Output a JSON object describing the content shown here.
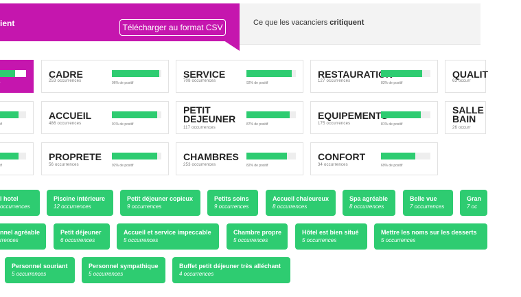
{
  "header": {
    "active_tab": "ient",
    "csv_button": "Télécharger au format CSV",
    "other_tab_prefix": "Ce que les vacanciers ",
    "other_tab_bold": "critiquent"
  },
  "colors": {
    "brand": "#c516ae",
    "positive": "#2ecc71",
    "track": "#eeeeee"
  },
  "categories": [
    {
      "name": "",
      "occurrences": "",
      "pct_label": "r",
      "pct": 0.85
    },
    {
      "name": "CADRE",
      "occurrences": "253 occurrences",
      "pct_label": "96% de positif",
      "pct": 0.96
    },
    {
      "name": "SERVICE",
      "occurrences": "708 occurrences",
      "pct_label": "92% de positif",
      "pct": 0.92
    },
    {
      "name": "RESTAURATION",
      "occurrences": "127 occurrences",
      "pct_label": "83% de positif",
      "pct": 0.83
    },
    {
      "name": "QUALIT",
      "occurrences": "63 occurr",
      "pct_label": "",
      "pct": 0
    },
    {
      "name": "",
      "occurrences": "",
      "pct_label": "tif",
      "pct": 0.9
    },
    {
      "name": "ACCUEIL",
      "occurrences": "486 occurrences",
      "pct_label": "91% de positif",
      "pct": 0.91
    },
    {
      "name": "PETIT DEJEUNER",
      "occurrences": "117 occurrences",
      "pct_label": "87% de positif",
      "pct": 0.87
    },
    {
      "name": "EQUIPEMENTS",
      "occurrences": "175 occurrences",
      "pct_label": "81% de positif",
      "pct": 0.81
    },
    {
      "name": "SALLE BAIN",
      "occurrences": "26 occurr",
      "pct_label": "",
      "pct": 0
    },
    {
      "name": "",
      "occurrences": "",
      "pct_label": "tif",
      "pct": 0.9
    },
    {
      "name": "PROPRETE",
      "occurrences": "56 occurrences",
      "pct_label": "92% de positif",
      "pct": 0.92
    },
    {
      "name": "CHAMBRES",
      "occurrences": "253 occurrences",
      "pct_label": "82% de positif",
      "pct": 0.82
    },
    {
      "name": "CONFORT",
      "occurrences": "34 occurrences",
      "pct_label": "69% de positif",
      "pct": 0.69
    }
  ],
  "tags": [
    {
      "title": "l hotel",
      "occurrences": "occurrences"
    },
    {
      "title": "Piscine intérieure",
      "occurrences": "12 occurrences"
    },
    {
      "title": "Petit déjeuner copieux",
      "occurrences": "9 occurrences"
    },
    {
      "title": "Petits soins",
      "occurrences": "9 occurrences"
    },
    {
      "title": "Accueil chaleureux",
      "occurrences": "8 occurrences"
    },
    {
      "title": "Spa agréable",
      "occurrences": "8 occurrences"
    },
    {
      "title": "Belle vue",
      "occurrences": "7 occurrences"
    },
    {
      "title": "Gran",
      "occurrences": "7 oc"
    },
    {
      "title": "nnel agréable",
      "occurrences": "rrences"
    },
    {
      "title": "Petit déjeuner",
      "occurrences": "6 occurrences"
    },
    {
      "title": "Accueil et service impeccable",
      "occurrences": "5 occurrences"
    },
    {
      "title": "Chambre propre",
      "occurrences": "5 occurrences"
    },
    {
      "title": "Hôtel est bien situé",
      "occurrences": "5 occurrences"
    },
    {
      "title": "Mettre les noms sur les desserts",
      "occurrences": "5 occurrences"
    },
    {
      "title": "Personnel souriant",
      "occurrences": "5 occurrences"
    },
    {
      "title": "Personnel sympathique",
      "occurrences": "5 occurrences"
    },
    {
      "title": "Buffet petit déjeuner très alléchant",
      "occurrences": "4 occurrences"
    }
  ]
}
